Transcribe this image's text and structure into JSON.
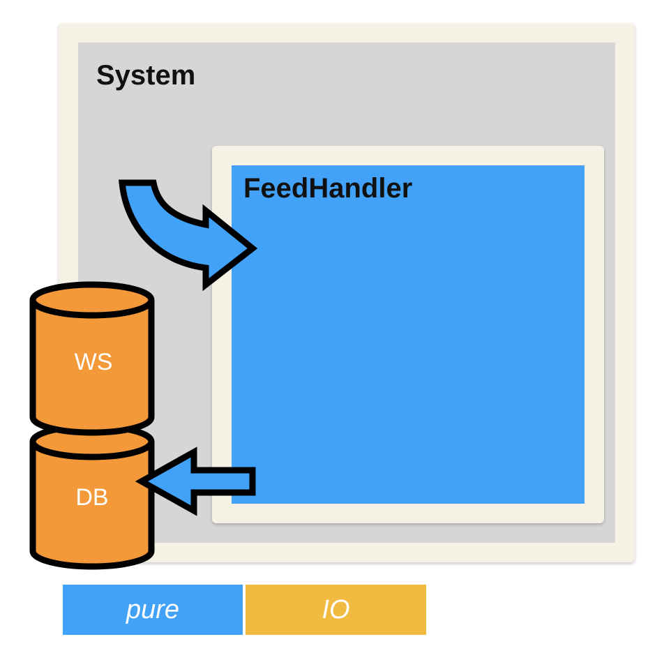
{
  "system": {
    "title": "System"
  },
  "feed_handler": {
    "title": "FeedHandler"
  },
  "storage": {
    "ws_label": "WS",
    "db_label": "DB"
  },
  "legend": {
    "pure_label": "pure",
    "io_label": "IO"
  },
  "colors": {
    "pure": "#42a2f7",
    "io": "#f0bb40",
    "storage": "#f4993a",
    "container": "#d6d6d6"
  }
}
